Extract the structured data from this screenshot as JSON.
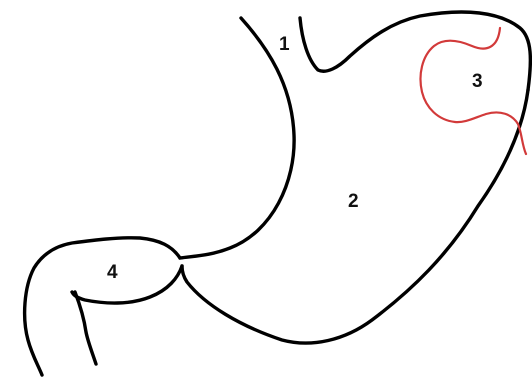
{
  "diagram": {
    "labels": [
      {
        "id": "1",
        "text": "1"
      },
      {
        "id": "2",
        "text": "2"
      },
      {
        "id": "3",
        "text": "3"
      },
      {
        "id": "4",
        "text": "4"
      }
    ],
    "colors": {
      "outline": "#000000",
      "highlight_region": "#d23a3a",
      "label_text": "#111111",
      "background": "#ffffff"
    }
  }
}
